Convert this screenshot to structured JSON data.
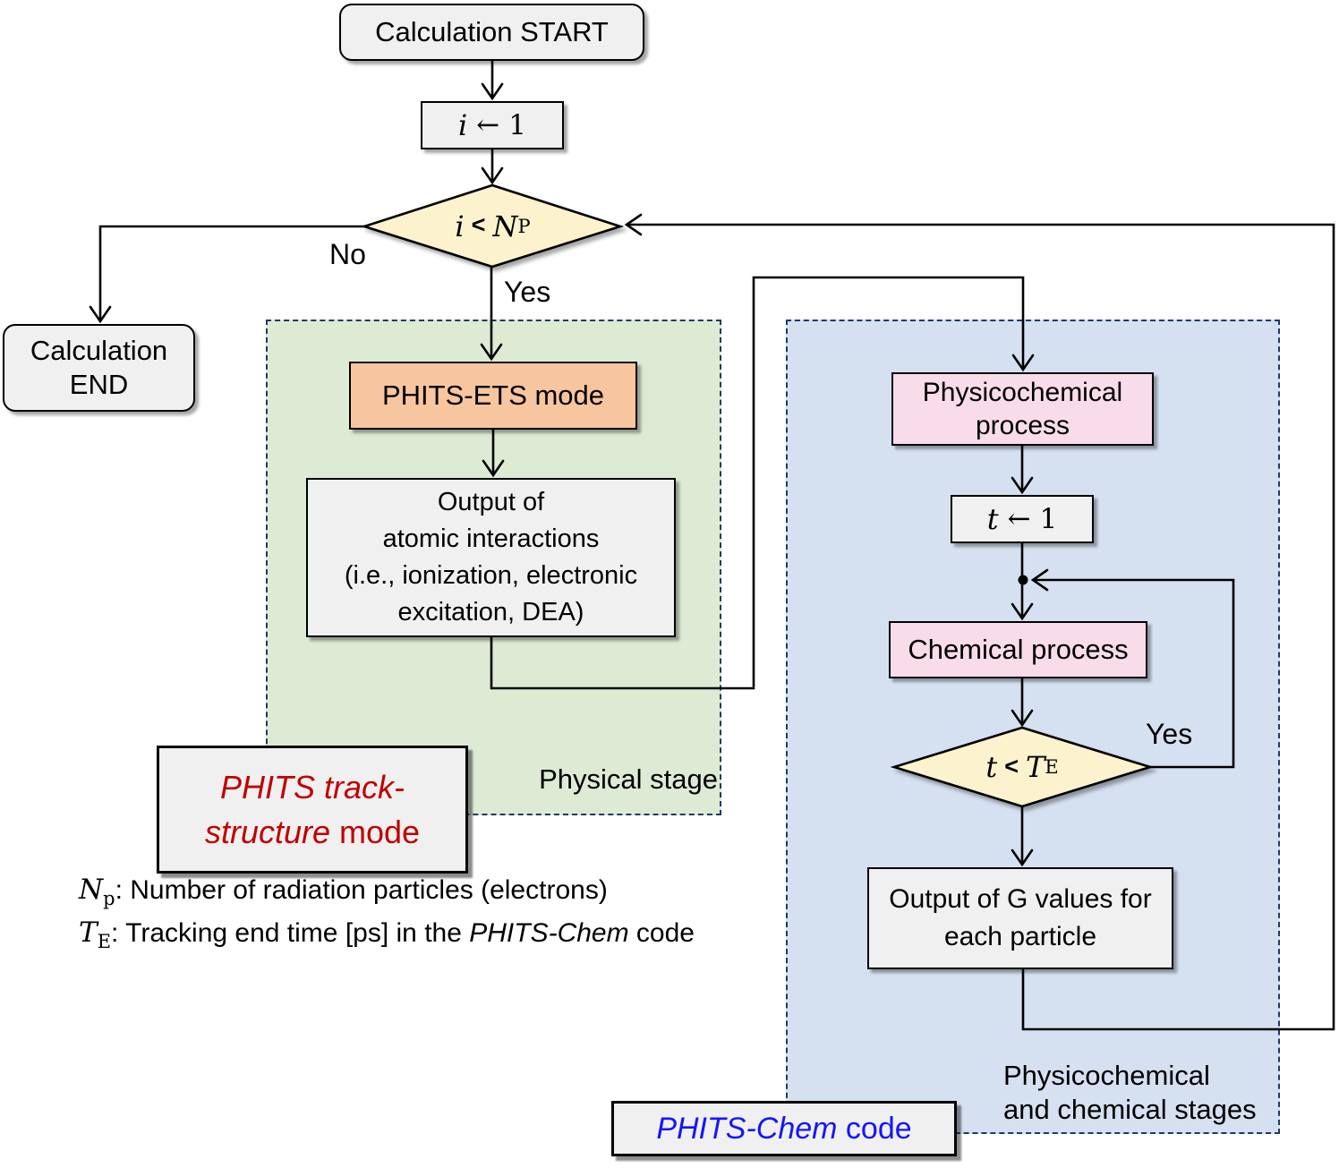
{
  "nodes": {
    "start": {
      "label": "Calculation START"
    },
    "init_i": {
      "sym": "i",
      "arrow": "←",
      "value": "1"
    },
    "loop_np": {
      "sym": "i",
      "op": "<",
      "bound": "N",
      "bound_sub": "P"
    },
    "end": {
      "label": "Calculation\nEND"
    },
    "ets": {
      "label": "PHITS-ETS mode"
    },
    "atomic_output": {
      "label": "Output of\natomic interactions\n(i.e., ionization, electronic\nexcitation, DEA)"
    },
    "physicochemical": {
      "label": "Physicochemical\nprocess"
    },
    "init_t": {
      "sym": "t",
      "arrow": "←",
      "value": "1"
    },
    "chemical": {
      "label": "Chemical process"
    },
    "loop_te": {
      "sym": "t",
      "op": "<",
      "bound": "T",
      "bound_sub": "E"
    },
    "g_output": {
      "label": "Output of G values for\neach particle"
    }
  },
  "edge_labels": {
    "no": "No",
    "yes_np": "Yes",
    "yes_te": "Yes"
  },
  "regions": {
    "physical": {
      "label": "Physical stage"
    },
    "physchem": {
      "label": "Physicochemical\nand chemical stages"
    }
  },
  "annotations": {
    "track_mode": {
      "line1_italic": "PHITS track-",
      "line2_italic": "structure",
      "line2_regular": " mode"
    },
    "chem_code": {
      "italic": "PHITS-Chem",
      "regular": " code"
    }
  },
  "legend": {
    "np": {
      "sym": "N",
      "sub": "p",
      "text": ": Number of radiation particles (electrons)"
    },
    "te": {
      "sym": "T",
      "sub": "E",
      "pre": ": Tracking end time [ps] in the ",
      "italic": "PHITS-Chem",
      "post": " code"
    }
  },
  "colors": {
    "line": "#000000",
    "region_border": "#203864",
    "physical_region_bg": "#ddebd5",
    "physchem_region_bg": "#d5e0f0",
    "decision_fill": "#fcf2cd",
    "process_gray_fill": "#f0f0f0",
    "ets_fill": "#f7c69e",
    "process_pink_fill": "#f9dcea",
    "track_mode_text": "#c00000",
    "chem_code_text": "#1414ff"
  }
}
